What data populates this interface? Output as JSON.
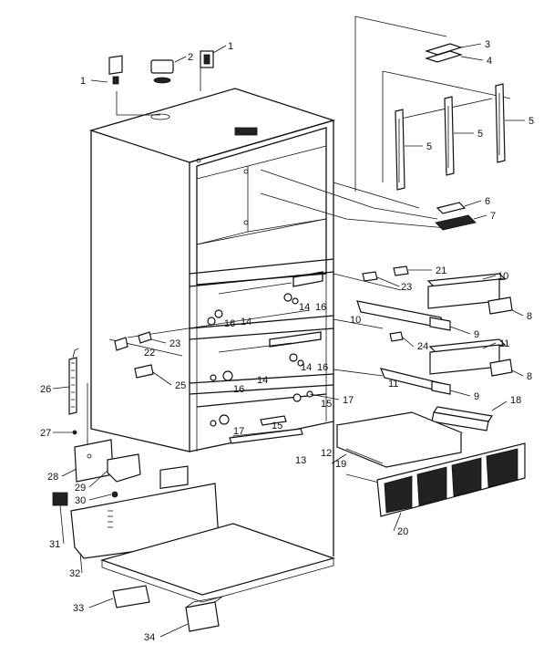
{
  "callouts": {
    "c1a": "1",
    "c1b": "1",
    "c2": "2",
    "c3": "3",
    "c4": "4",
    "c5a": "5",
    "c5b": "5",
    "c5c": "5",
    "c6": "6",
    "c7": "7",
    "c8a": "8",
    "c8b": "8",
    "c9a": "9",
    "c9b": "9",
    "c10a": "10",
    "c10b": "10",
    "c11a": "11",
    "c11b": "11",
    "c12": "12",
    "c13": "13",
    "c14a": "14",
    "c14b": "14",
    "c14c": "14",
    "c14d": "14",
    "c15a": "15",
    "c15b": "15",
    "c16a": "16",
    "c16b": "16",
    "c16c": "16",
    "c16d": "16",
    "c17a": "17",
    "c17b": "17",
    "c18": "18",
    "c19": "19",
    "c20": "20",
    "c21": "21",
    "c22": "22",
    "c23a": "23",
    "c23b": "23",
    "c24": "24",
    "c25": "25",
    "c26": "26",
    "c27": "27",
    "c28": "28",
    "c29": "29",
    "c30": "30",
    "c31": "31",
    "c32": "32",
    "c33": "33",
    "c34": "34"
  }
}
